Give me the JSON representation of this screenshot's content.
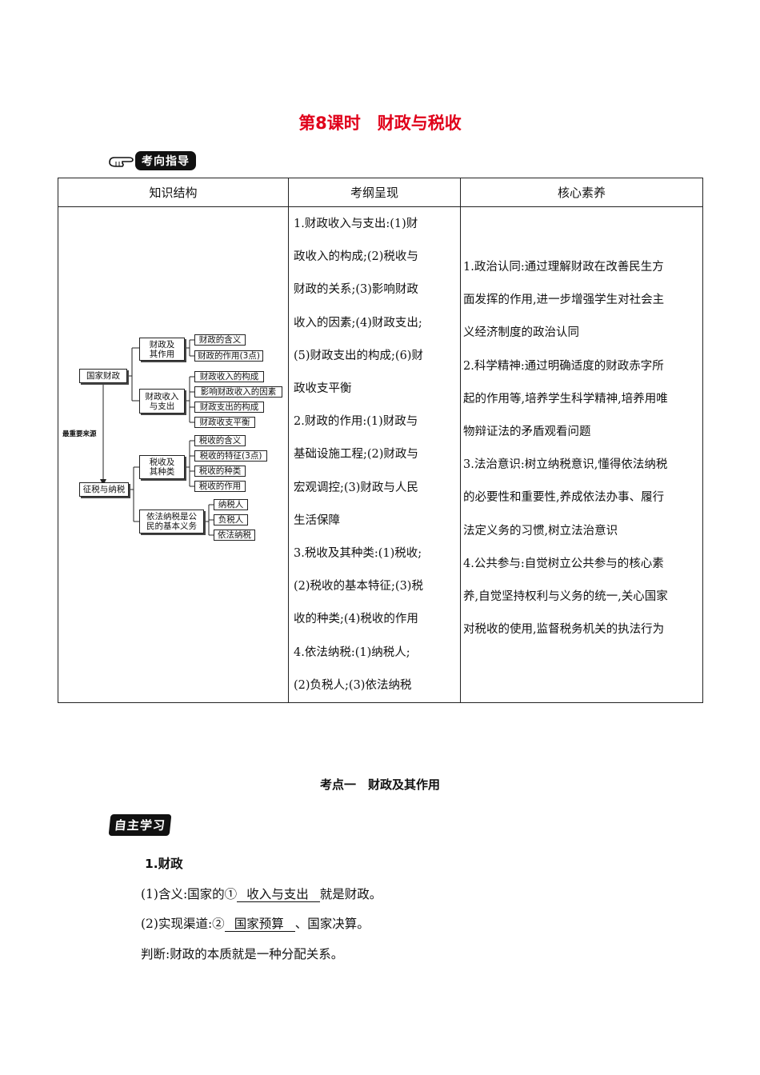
{
  "title": "第8课时　财政与税收",
  "guide_badge": "考向指导",
  "table": {
    "headers": [
      "知识结构",
      "考纲呈现",
      "核心素养"
    ],
    "diagram": {
      "root": "国家财政",
      "b1": "财政及其作用",
      "b1_items": [
        "财政的含义",
        "财政的作用(3点)"
      ],
      "b2": "财政收入与支出",
      "b2_items": [
        "财政收入的构成",
        "影响财政收入的因素",
        "财政支出的构成",
        "财政收支平衡"
      ],
      "source_label": "最重要来源",
      "root2": "征税与纳税",
      "b3": "税收及其种类",
      "b3_items": [
        "税收的含义",
        "税收的特征(3点)",
        "税收的种类",
        "税收的作用"
      ],
      "b4": "依法纳税是公民的基本义务",
      "b4_items": [
        "纳税人",
        "负税人",
        "依法纳税"
      ]
    },
    "outline_lines": [
      "1.财政收入与支出:(1)财",
      "政收入的构成;(2)税收与",
      "财政的关系;(3)影响财政",
      "收入的因素;(4)财政支出;",
      "(5)财政支出的构成;(6)财",
      "政收支平衡",
      "2.财政的作用:(1)财政与",
      "基础设施工程;(2)财政与",
      "宏观调控;(3)财政与人民",
      "生活保障",
      "3.税收及其种类:(1)税收;",
      "(2)税收的基本特征;(3)税",
      "收的种类;(4)税收的作用",
      "4.依法纳税:(1)纳税人;",
      "(2)负税人;(3)依法纳税"
    ],
    "core_lines": [
      "1.政治认同:通过理解财政在改善民生方",
      "面发挥的作用,进一步增强学生对社会主",
      "义经济制度的政治认同",
      "2.科学精神:通过明确适度的财政赤字所",
      "起的作用等,培养学生科学精神,培养用唯",
      "物辩证法的矛盾观看问题",
      "3.法治意识:树立纳税意识,懂得依法纳税",
      "的必要性和重要性,养成依法办事、履行",
      "法定义务的习惯,树立法治意识",
      "4.公共参与:自觉树立公共参与的核心素",
      "养,自觉坚持权利与义务的统一,关心国家",
      "对税收的使用,监督税务机关的执法行为"
    ]
  },
  "section_title": "考点一　财政及其作用",
  "study_badge": "自主学习",
  "study": {
    "heading": "1.财政",
    "l2_prefix": "(1)含义:国家的①",
    "l2_blank": "收入与支出",
    "l2_suffix": "就是财政。",
    "l3_prefix": "(2)实现渠道:②",
    "l3_blank": "国家预算",
    "l3_suffix": "、国家决算。",
    "l4": "判断:财政的本质就是一种分配关系。"
  }
}
